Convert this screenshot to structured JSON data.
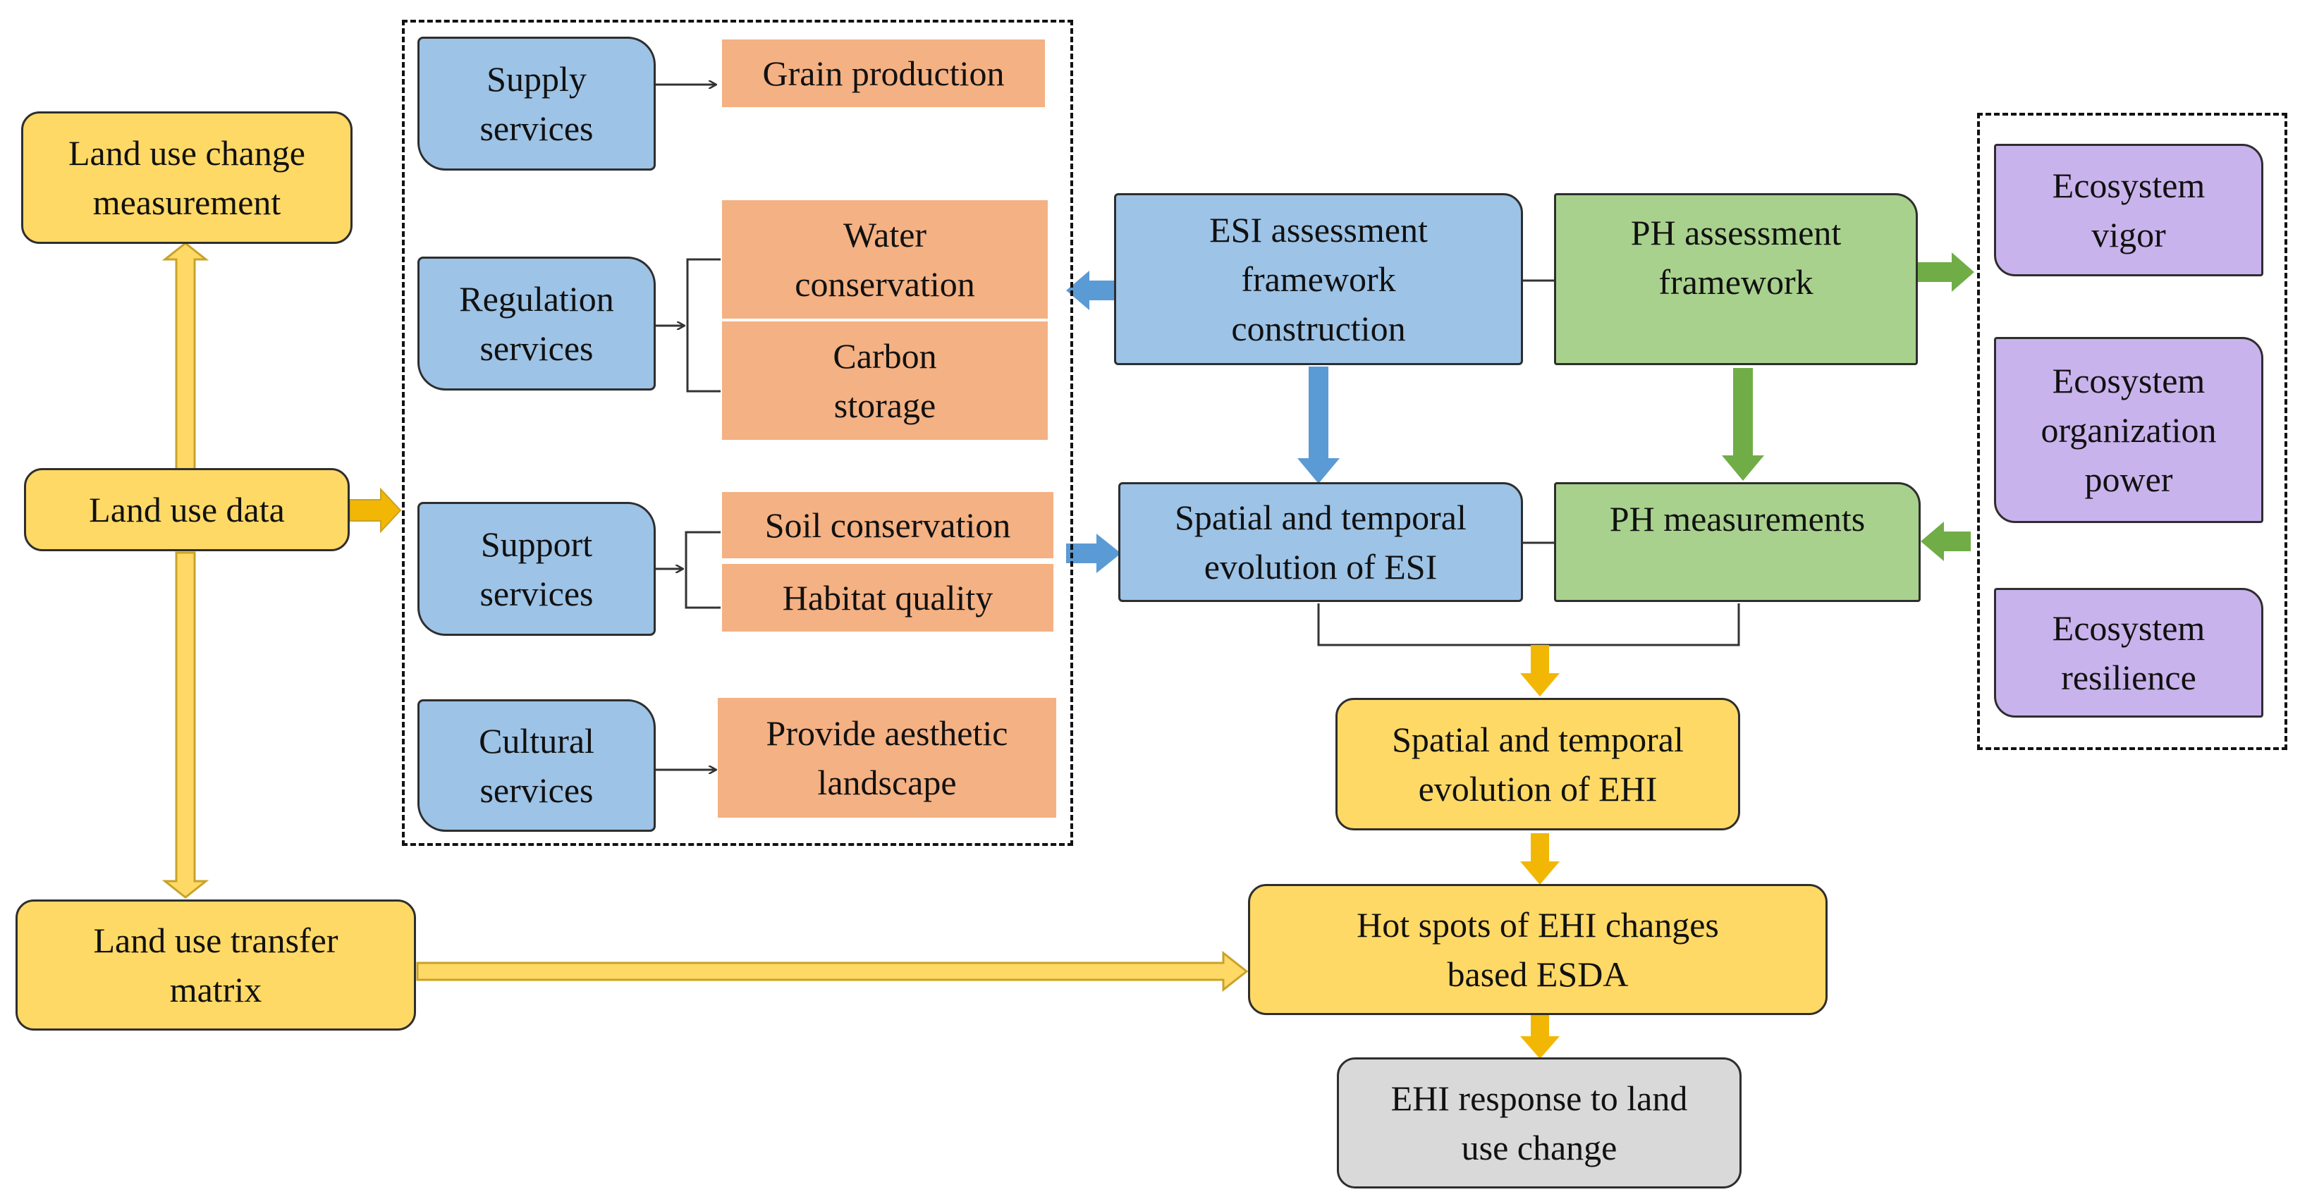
{
  "colors": {
    "yellow": "#ffd966",
    "blue": "#9dc3e6",
    "green": "#a9d18e",
    "purple": "#c9b3ec",
    "orange": "#f4b183",
    "gray": "#d9d9d9"
  },
  "land_use": {
    "change_measurement": "Land use change\nmeasurement",
    "data": "Land use data",
    "transfer_matrix": "Land use transfer\nmatrix"
  },
  "services": {
    "supply": "Supply\nservices",
    "regulation": "Regulation\nservices",
    "support": "Support\nservices",
    "cultural": "Cultural\nservices"
  },
  "indicators": {
    "grain": "Grain production",
    "water": "Water\nconservation",
    "carbon": "Carbon\nstorage",
    "soil": "Soil conservation",
    "habitat": "Habitat quality",
    "aesthetic": "Provide aesthetic\nlandscape"
  },
  "esi": {
    "framework": "ESI assessment\nframework\nconstruction",
    "evolution": "Spatial and temporal\nevolution of ESI"
  },
  "ph": {
    "framework": "PH assessment\nframework",
    "measurements": "PH measurements"
  },
  "ecosystem": {
    "vigor": "Ecosystem\nvigor",
    "organization": "Ecosystem\norganization\npower",
    "resilience": "Ecosystem\nresilience"
  },
  "ehi": {
    "evolution": "Spatial and temporal\nevolution of EHI",
    "hotspots": "Hot spots of EHI changes\nbased ESDA",
    "response": "EHI response to land\nuse change"
  }
}
